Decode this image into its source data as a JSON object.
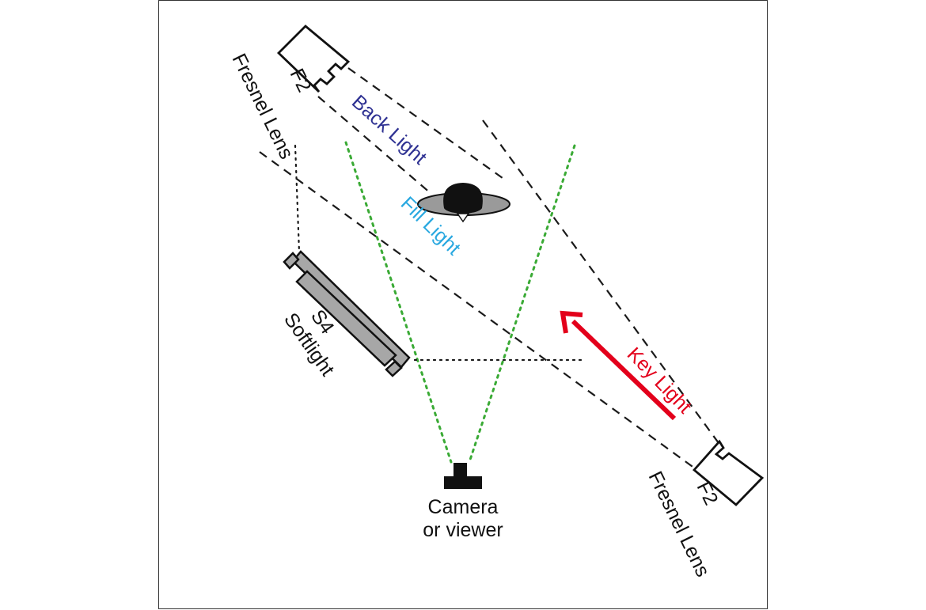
{
  "labels": {
    "top_fixture_name": "F2",
    "top_fixture_type": "Fresnel Lens",
    "back_light": "Back Light",
    "fill_light": "Fill Light",
    "key_light": "Key Light",
    "softlight_name": "S4",
    "softlight_type": "Softlight",
    "bottom_fixture_name": "F2",
    "bottom_fixture_type": "Fresnel Lens",
    "camera_line1": "Camera",
    "camera_line2": "or viewer"
  },
  "colors": {
    "back_light": "#2e3192",
    "fill_light": "#29a8e0",
    "key_light": "#e3001b",
    "camera_view": "#3aaa35",
    "beam": "#1a1a1a",
    "fixture_fill": "#a7a7a7",
    "subject_shadow": "#9a9a9a"
  },
  "icons": {
    "top_fixture": "fresnel-light-icon",
    "bottom_fixture": "fresnel-light-icon",
    "softlight": "softlight-panel-icon",
    "subject": "subject-head-icon",
    "camera": "camera-icon",
    "key_arrow": "arrow-icon"
  }
}
